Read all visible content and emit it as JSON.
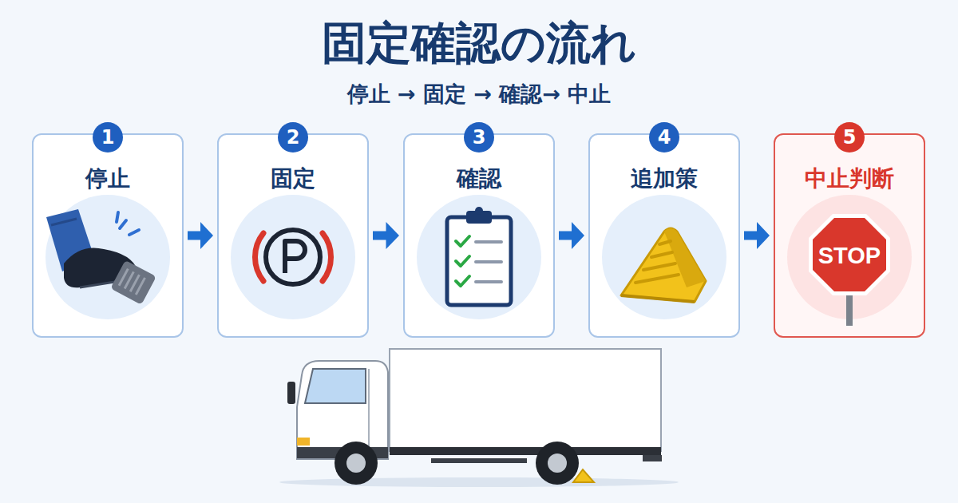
{
  "diagram": {
    "title": "固定確認の流れ",
    "nodes": [
      {
        "text": [
          "停止"
        ]
      },
      {
        "text": [
          "1"
        ],
        "in": 0
      },
      {
        "text": [
          "固定"
        ]
      },
      {
        "text": [
          "2"
        ],
        "in": 2
      },
      {
        "text": [
          "確認"
        ]
      },
      {
        "text": [
          "3"
        ],
        "in": 4
      },
      {
        "text": [
          "追加策"
        ]
      },
      {
        "text": [
          "4"
        ],
        "in": 6
      },
      {
        "text": [
          "中止判断"
        ]
      },
      {
        "text": [
          "5"
        ],
        "in": 8
      }
    ],
    "edges": [
      {
        "from": 0,
        "to": 2,
        "arrow": "to"
      },
      {
        "from": 2,
        "to": 4,
        "arrow": "to"
      },
      {
        "from": 4,
        "to": 6,
        "arrow": "to"
      },
      {
        "from": 6,
        "to": 8,
        "arrow": "to"
      }
    ],
    "labels": [
      "停止 → 固定 → 確認→ 中止",
      "STOP"
    ]
  }
}
